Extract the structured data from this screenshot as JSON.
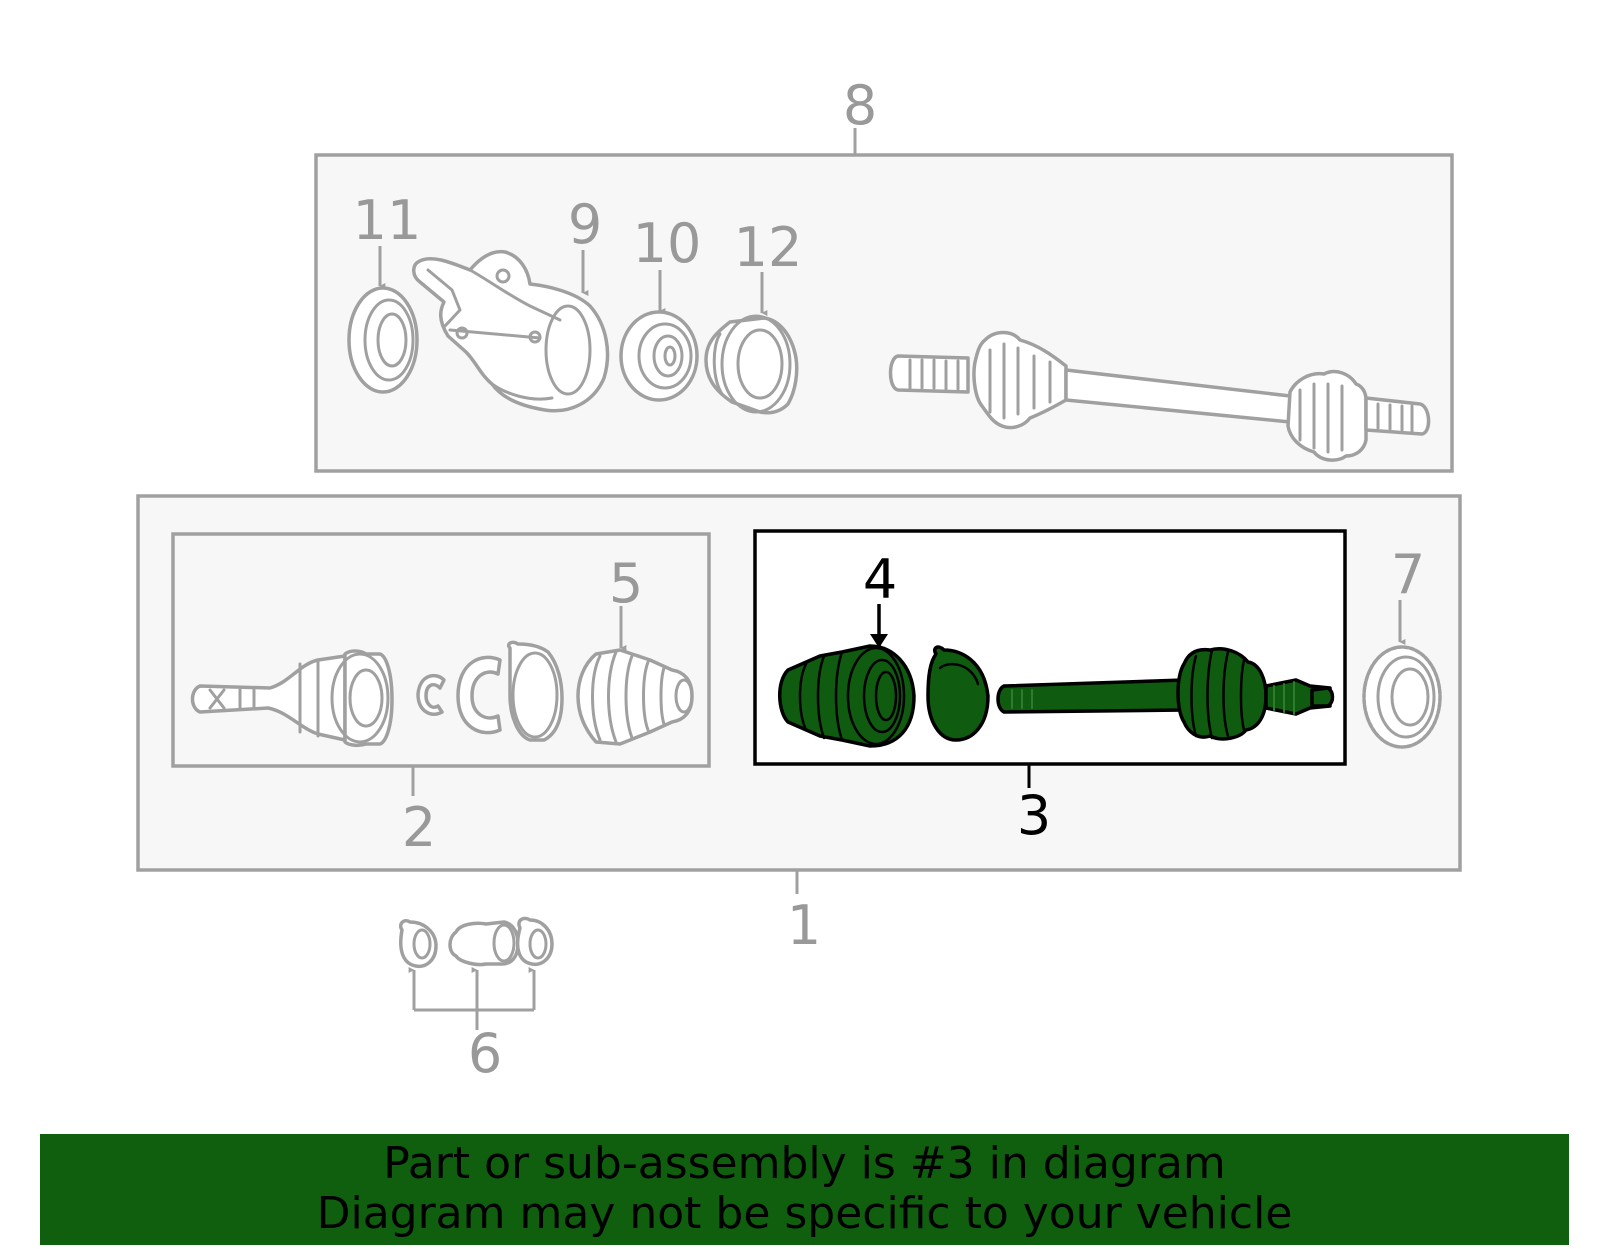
{
  "callouts": {
    "c1": "1",
    "c2": "2",
    "c3": "3",
    "c4": "4",
    "c5": "5",
    "c6": "6",
    "c7": "7",
    "c8": "8",
    "c9": "9",
    "c10": "10",
    "c11": "11",
    "c12": "12"
  },
  "highlighted_part": "3",
  "colors": {
    "highlight_fill": "#0f5b0f",
    "banner": "#0f5f0f",
    "inactive": "#999999"
  },
  "footer": {
    "line1": "Part or sub-assembly is #3 in diagram",
    "line2": "Diagram may not be specific to your vehicle"
  }
}
